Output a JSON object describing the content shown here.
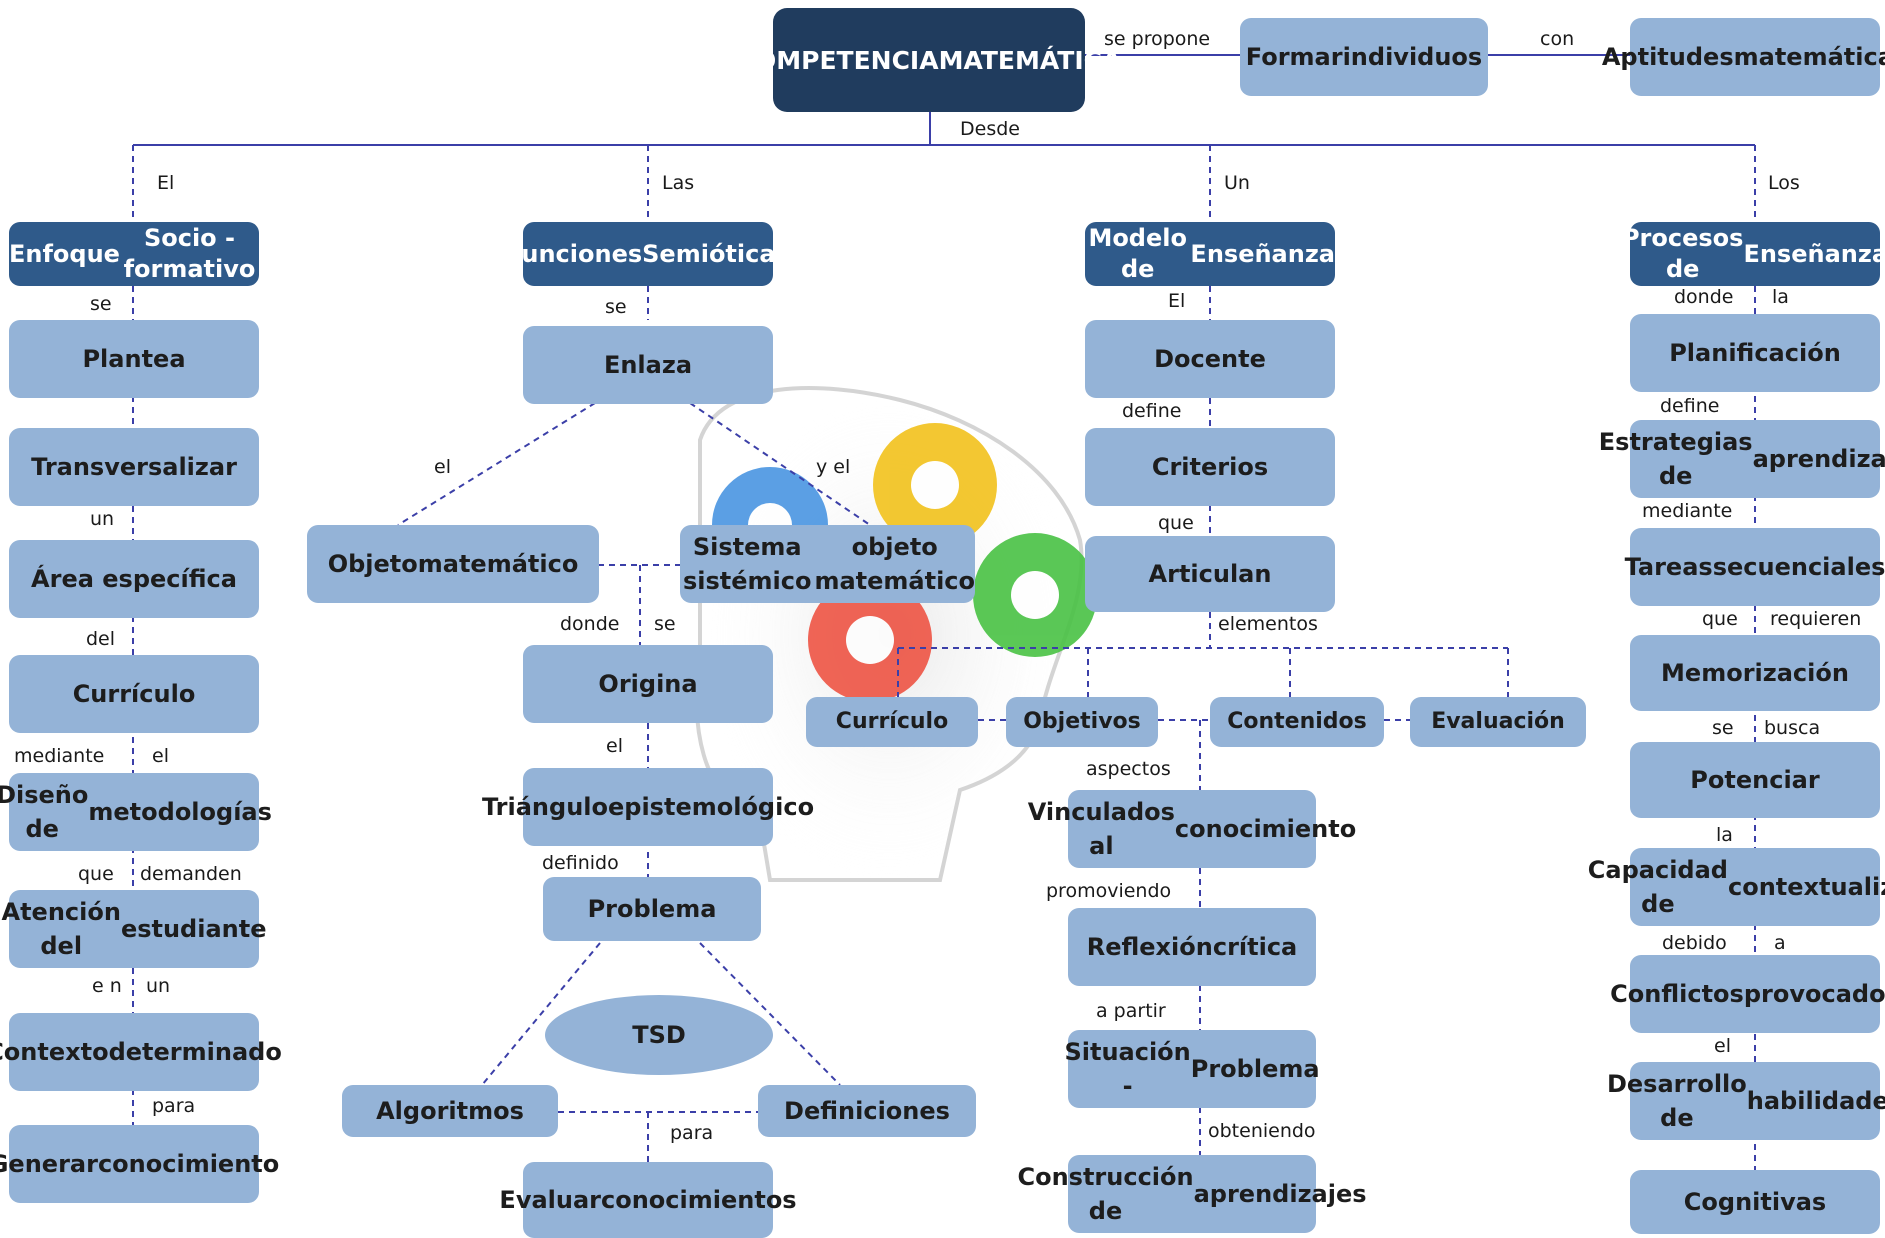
{
  "title": [
    "COMPETENCIA",
    "MATEMÁTICA"
  ],
  "top": {
    "rel_propone": "se propone",
    "formar": [
      "Formar",
      "individuos"
    ],
    "rel_con": "con",
    "aptitudes": [
      "Aptitudes",
      "matemáticas"
    ],
    "rel_desde": "Desde"
  },
  "columns": {
    "enfoque": {
      "link": "El",
      "header": [
        "Enfoque",
        "Socio - formativo"
      ],
      "n1_link": "se",
      "n1": "Plantea",
      "n2": "Transversalizar",
      "n3_link": "un",
      "n3": "Área específica",
      "n4_link": "del",
      "n4": "Currículo",
      "n5_link_a": "mediante",
      "n5_link_b": "el",
      "n5": [
        "Diseño de",
        "metodologías"
      ],
      "n6_link_a": "que",
      "n6_link_b": "demanden",
      "n6": [
        "Atención del",
        "estudiante"
      ],
      "n7_link_a": "e n",
      "n7_link_b": "un",
      "n7": [
        "Contexto",
        "determinado"
      ],
      "n8_link": "para",
      "n8": [
        "Generar",
        "conocimiento"
      ]
    },
    "funciones": {
      "link": "Las",
      "header": [
        "Funciones",
        "Semióticas"
      ],
      "n1_link": "se",
      "n1": "Enlaza",
      "rel_el": "el",
      "rel_yel": "y el",
      "objeto": [
        "Objeto",
        "matemático"
      ],
      "sistema": [
        "Sistema sistémico",
        "objeto matemático"
      ],
      "n2_link_a": "donde",
      "n2_link_b": "se",
      "n2": "Origina",
      "n3_link": "el",
      "n3": [
        "Triángulo",
        "epistemológico"
      ],
      "n4_link": "definido",
      "n4": "Problema",
      "tsd": "TSD",
      "algoritmos": "Algoritmos",
      "definiciones": "Definiciones",
      "para": "para",
      "evaluar": [
        "Evaluar",
        "conocimientos"
      ]
    },
    "modelo": {
      "link": "Un",
      "header": [
        "Modelo de",
        "Enseñanza"
      ],
      "n1_link": "El",
      "n1": "Docente",
      "n2_link": "define",
      "n2": "Criterios",
      "n3_link": "que",
      "n3": "Articulan",
      "elementos": "elementos",
      "items": [
        "Currículo",
        "Objetivos",
        "Contenidos",
        "Evaluación"
      ],
      "aspectos": "aspectos",
      "v1": [
        "Vinculados al",
        "conocimiento"
      ],
      "promoviendo": "promoviendo",
      "v2": [
        "Reflexión",
        "crítica"
      ],
      "a_partir": "a partir",
      "v3": [
        "Situación -",
        "Problema"
      ],
      "obteniendo": "obteniendo",
      "v4": [
        "Construcción de",
        "aprendizajes"
      ]
    },
    "procesos": {
      "link": "Los",
      "header": [
        "Procesos de",
        "Enseñanza"
      ],
      "n1_link_a": "donde",
      "n1_link_b": "la",
      "n1": "Planificación",
      "n2_link": "define",
      "n2": [
        "Estrategias de",
        "aprendizaje"
      ],
      "n3_link": "mediante",
      "n3": [
        "Tareas",
        "secuenciales"
      ],
      "n4_link_a": "que",
      "n4_link_b": "requieren",
      "n4": "Memorización",
      "n5_link_a": "se",
      "n5_link_b": "busca",
      "n5": "Potenciar",
      "n6_link": "la",
      "n6": [
        "Capacidad de",
        "contextualizar"
      ],
      "n7_link_a": "debido",
      "n7_link_b": "a",
      "n7": [
        "Conflictos",
        "provocados"
      ],
      "n8_link": "el",
      "n8": [
        "Desarrollo de",
        "habilidades"
      ],
      "n9": "Cognitivas"
    }
  }
}
